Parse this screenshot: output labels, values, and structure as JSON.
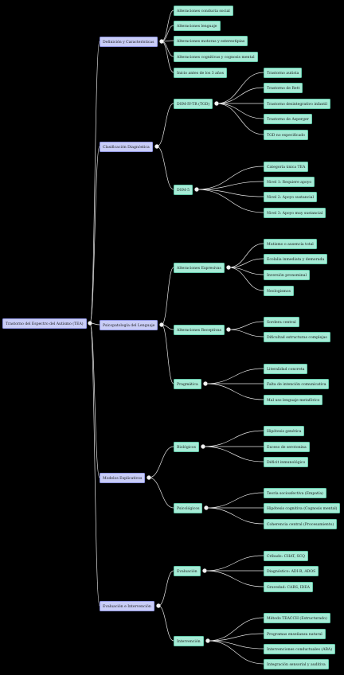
{
  "colors": {
    "background": "#000000",
    "category": "#c9cdf7",
    "subcategory": "#a6ebd6",
    "leaf": "#a6ebd6",
    "edge": "#e6e6e6"
  },
  "root": {
    "label": "Trastorno del Espectro del Autismo (TEA)"
  },
  "branches": [
    {
      "label": "Definición y Características",
      "children": [
        {
          "label": "Alteraciones conducta social"
        },
        {
          "label": "Alteraciones lenguaje"
        },
        {
          "label": "Alteraciones motoras y estereotipias"
        },
        {
          "label": "Alteraciones cognitivas y cognosis mental"
        },
        {
          "label": "Inicio antes de los 3 años"
        }
      ]
    },
    {
      "label": "Clasificación Diagnóstica",
      "children": [
        {
          "label": "DSM-IV-TR (TGD)",
          "children": [
            {
              "label": "Trastorno autista"
            },
            {
              "label": "Trastorno de Rett"
            },
            {
              "label": "Trastorno desintegrativo infantil"
            },
            {
              "label": "Trastorno de Asperger"
            },
            {
              "label": "TGD no especificado"
            }
          ]
        },
        {
          "label": "DSM-5",
          "children": [
            {
              "label": "Categoría única TEA"
            },
            {
              "label": "Nivel 1: Requiere apoyo"
            },
            {
              "label": "Nivel 2: Apoyo sustancial"
            },
            {
              "label": "Nivel 3: Apoyo muy sustancial"
            }
          ]
        }
      ]
    },
    {
      "label": "Psicopatología del Lenguaje",
      "children": [
        {
          "label": "Alteraciones Expresivas",
          "children": [
            {
              "label": "Mutismo o ausencia total"
            },
            {
              "label": "Ecolalia inmediata y demorada"
            },
            {
              "label": "Inversión pronominal"
            },
            {
              "label": "Neologismos"
            }
          ]
        },
        {
          "label": "Alteraciones Receptivas",
          "children": [
            {
              "label": "Sordera central"
            },
            {
              "label": "Dificultad estructuras complejas"
            }
          ]
        },
        {
          "label": "Pragmática",
          "children": [
            {
              "label": "Literalidad concreta"
            },
            {
              "label": "Falta de intención comunicativa"
            },
            {
              "label": "Mal uso lenguaje metafórico"
            }
          ]
        }
      ]
    },
    {
      "label": "Modelos Explicativos",
      "children": [
        {
          "label": "Biológicos",
          "children": [
            {
              "label": "Hipótesis genética"
            },
            {
              "label": "Exceso de serotonina"
            },
            {
              "label": "Déficit inmunológico"
            }
          ]
        },
        {
          "label": "Psicológicos",
          "children": [
            {
              "label": "Teoría socioafectiva (Empatía)"
            },
            {
              "label": "Hipótesis cognitiva (Cognosis mental)"
            },
            {
              "label": "Coherencia central (Procesamiento)"
            }
          ]
        }
      ]
    },
    {
      "label": "Evaluación e Intervención",
      "children": [
        {
          "label": "Evaluación",
          "children": [
            {
              "label": "Cribado: CHAT, SCQ"
            },
            {
              "label": "Diagnóstico: ADI-R, ADOS"
            },
            {
              "label": "Gravedad: CARS, IDEA"
            }
          ]
        },
        {
          "label": "Intervención",
          "children": [
            {
              "label": "Método TEACCH (Estructurado)"
            },
            {
              "label": "Programas enseñanza natural"
            },
            {
              "label": "Intervenciones conductuales (ABA)"
            },
            {
              "label": "Integración sensorial y auditiva"
            }
          ]
        }
      ]
    }
  ]
}
